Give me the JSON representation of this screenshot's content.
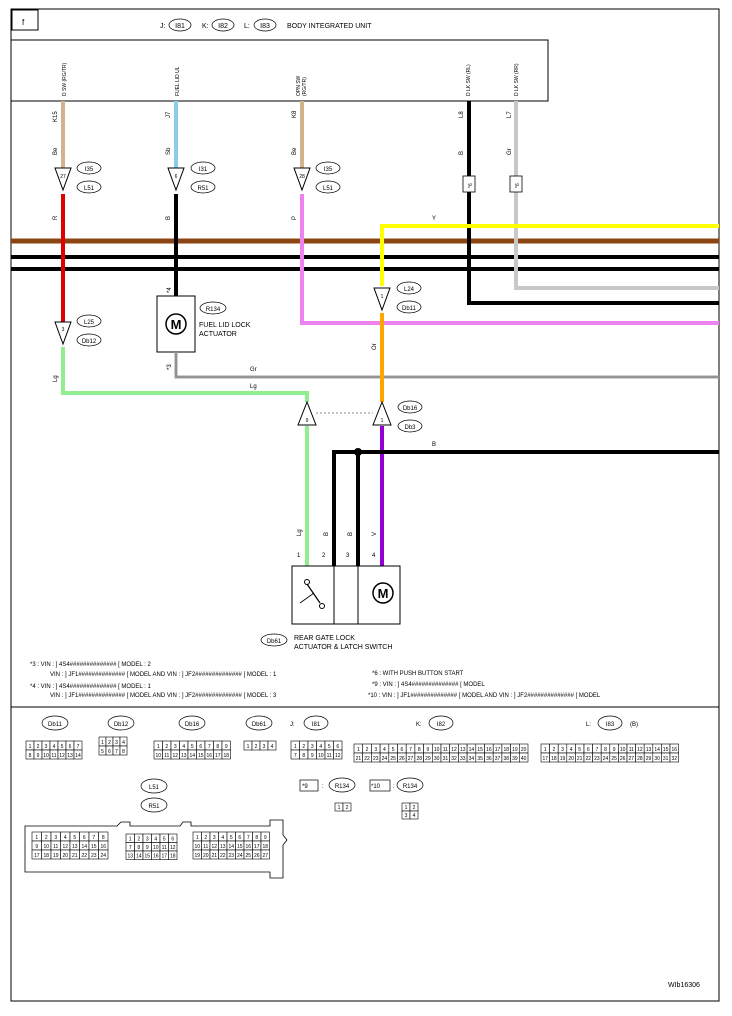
{
  "page_letter": "f",
  "unit": {
    "j": "J:",
    "j_code": "I81",
    "k": "K:",
    "k_code": "I82",
    "l": "L:",
    "l_code": "I83",
    "name": "BODY INTEGRATED UNIT",
    "pins": [
      {
        "pin": "K15",
        "label": "D SW (RG/TR)",
        "color": "Be"
      },
      {
        "pin": "J7",
        "label": "FUEL LID UL",
        "color": "Sb"
      },
      {
        "pin": "K8",
        "label": "OPN SW",
        "label2": "(RG/TR)",
        "color": "Be"
      },
      {
        "pin": "L8",
        "label": "D LK SW (RL)",
        "color": "B"
      },
      {
        "pin": "L7",
        "label": "D LK SW (RR)",
        "color": "Gr"
      }
    ]
  },
  "connectors": {
    "c1": {
      "pin": "27",
      "top": "I35",
      "bottom": "L51"
    },
    "c2": {
      "pin": "6",
      "top": "I31",
      "bottom": "R51"
    },
    "c3": {
      "pin": "28",
      "top": "I35",
      "bottom": "L51"
    },
    "c4": {
      "pin": "3",
      "top": "L25",
      "bottom": "Db12"
    },
    "c5": {
      "pin": "1",
      "top": "L24",
      "bottom": "Db11"
    },
    "c6": {
      "pin": "9",
      "pin2": "1",
      "top": "Db16",
      "bottom": "Db3"
    }
  },
  "wire_colors": {
    "w1": "R",
    "w2": "B",
    "w3": "P",
    "y_bus": "Y",
    "lg": "Lg",
    "gr": "Gr",
    "or": "Or",
    "b_bus": "B",
    "v": "V",
    "b1": "B",
    "b2": "B",
    "lg2": "Lg"
  },
  "splices": {
    "s1": "*6",
    "s2": "*6"
  },
  "fuel_lid": {
    "code": "R134",
    "line1": "FUEL LID LOCK",
    "line2": "ACTUATOR",
    "pin_top": "*4",
    "pin_bottom": "*3",
    "motor": "M"
  },
  "rear_gate": {
    "code": "Db61",
    "line1": "REAR GATE LOCK",
    "line2": "ACTUATOR & LATCH SWITCH",
    "pins": [
      "1",
      "2",
      "3",
      "4"
    ],
    "motor": "M"
  },
  "notes": {
    "n3a": "*3   : VIN : ] 4S4############## [ MODEL : 2",
    "n3b": "VIN : ] JF1############## [ MODEL AND VIN : ] JF2############## [ MODEL : 1",
    "n4a": "*4   : VIN : ] 4S4############## [ MODEL : 1",
    "n4b": "VIN : ] JF1############## [ MODEL AND VIN : ] JF2############## [ MODEL : 3",
    "n6": "*6   : WITH PUSH BUTTON START",
    "n9": "*9   : VIN : ] 4S4############## [ MODEL",
    "n10": "*10 : VIN : ] JF1############## [ MODEL AND VIN : ] JF2############## [ MODEL"
  },
  "connector_views": {
    "db11": "Db11",
    "db12": "Db12",
    "db16": "Db16",
    "db61": "Db61",
    "j": "J:",
    "i81": "I81",
    "k": "K:",
    "i82": "I82",
    "l": "L:",
    "i83": "I83",
    "b": "(B)",
    "l51": "L51",
    "r51": "R51",
    "star9": "*9",
    "star10": "*10",
    "r134": "R134"
  },
  "figure_id": "WIb16306"
}
